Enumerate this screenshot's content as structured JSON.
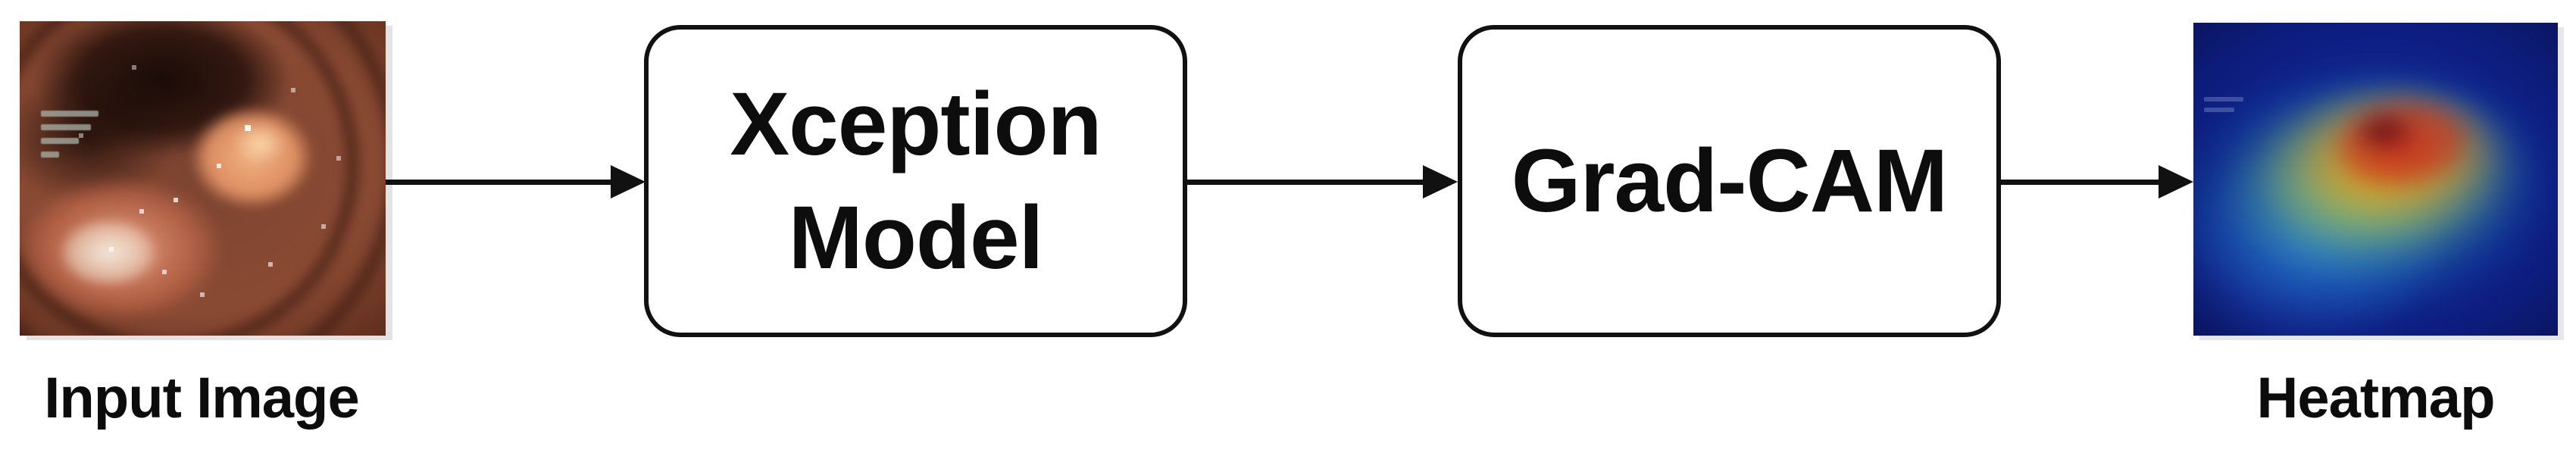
{
  "figure": {
    "background": "#ffffff",
    "stroke_color": "#111111",
    "nodes": {
      "input_image": {
        "caption": "Input Image",
        "kind": "endoscopy-photo"
      },
      "xception_box": {
        "line1": "Xception",
        "line2": "Model"
      },
      "gradcam_box": {
        "label": "Grad-CAM"
      },
      "heatmap_image": {
        "caption": "Heatmap",
        "kind": "gradcam-jet-heatmap"
      }
    },
    "arrows": [
      {
        "from": "input_image",
        "to": "xception_box"
      },
      {
        "from": "xception_box",
        "to": "gradcam_box"
      },
      {
        "from": "gradcam_box",
        "to": "heatmap_image"
      }
    ],
    "box_style": {
      "fill": "#ffffff",
      "border": "#111111",
      "text_color": "#0d0d0d"
    },
    "heatmap_palette": [
      "#04051c",
      "#0d1d7e",
      "#1028a8",
      "#2d78eb",
      "#22c8d8",
      "#a8d840",
      "#e8c020",
      "#e07818",
      "#c22a20",
      "#600a16"
    ],
    "photo_palette": [
      "#000000",
      "#351710",
      "#62301f",
      "#8a4a33",
      "#e79668",
      "#f3b282",
      "#f2eade"
    ]
  }
}
